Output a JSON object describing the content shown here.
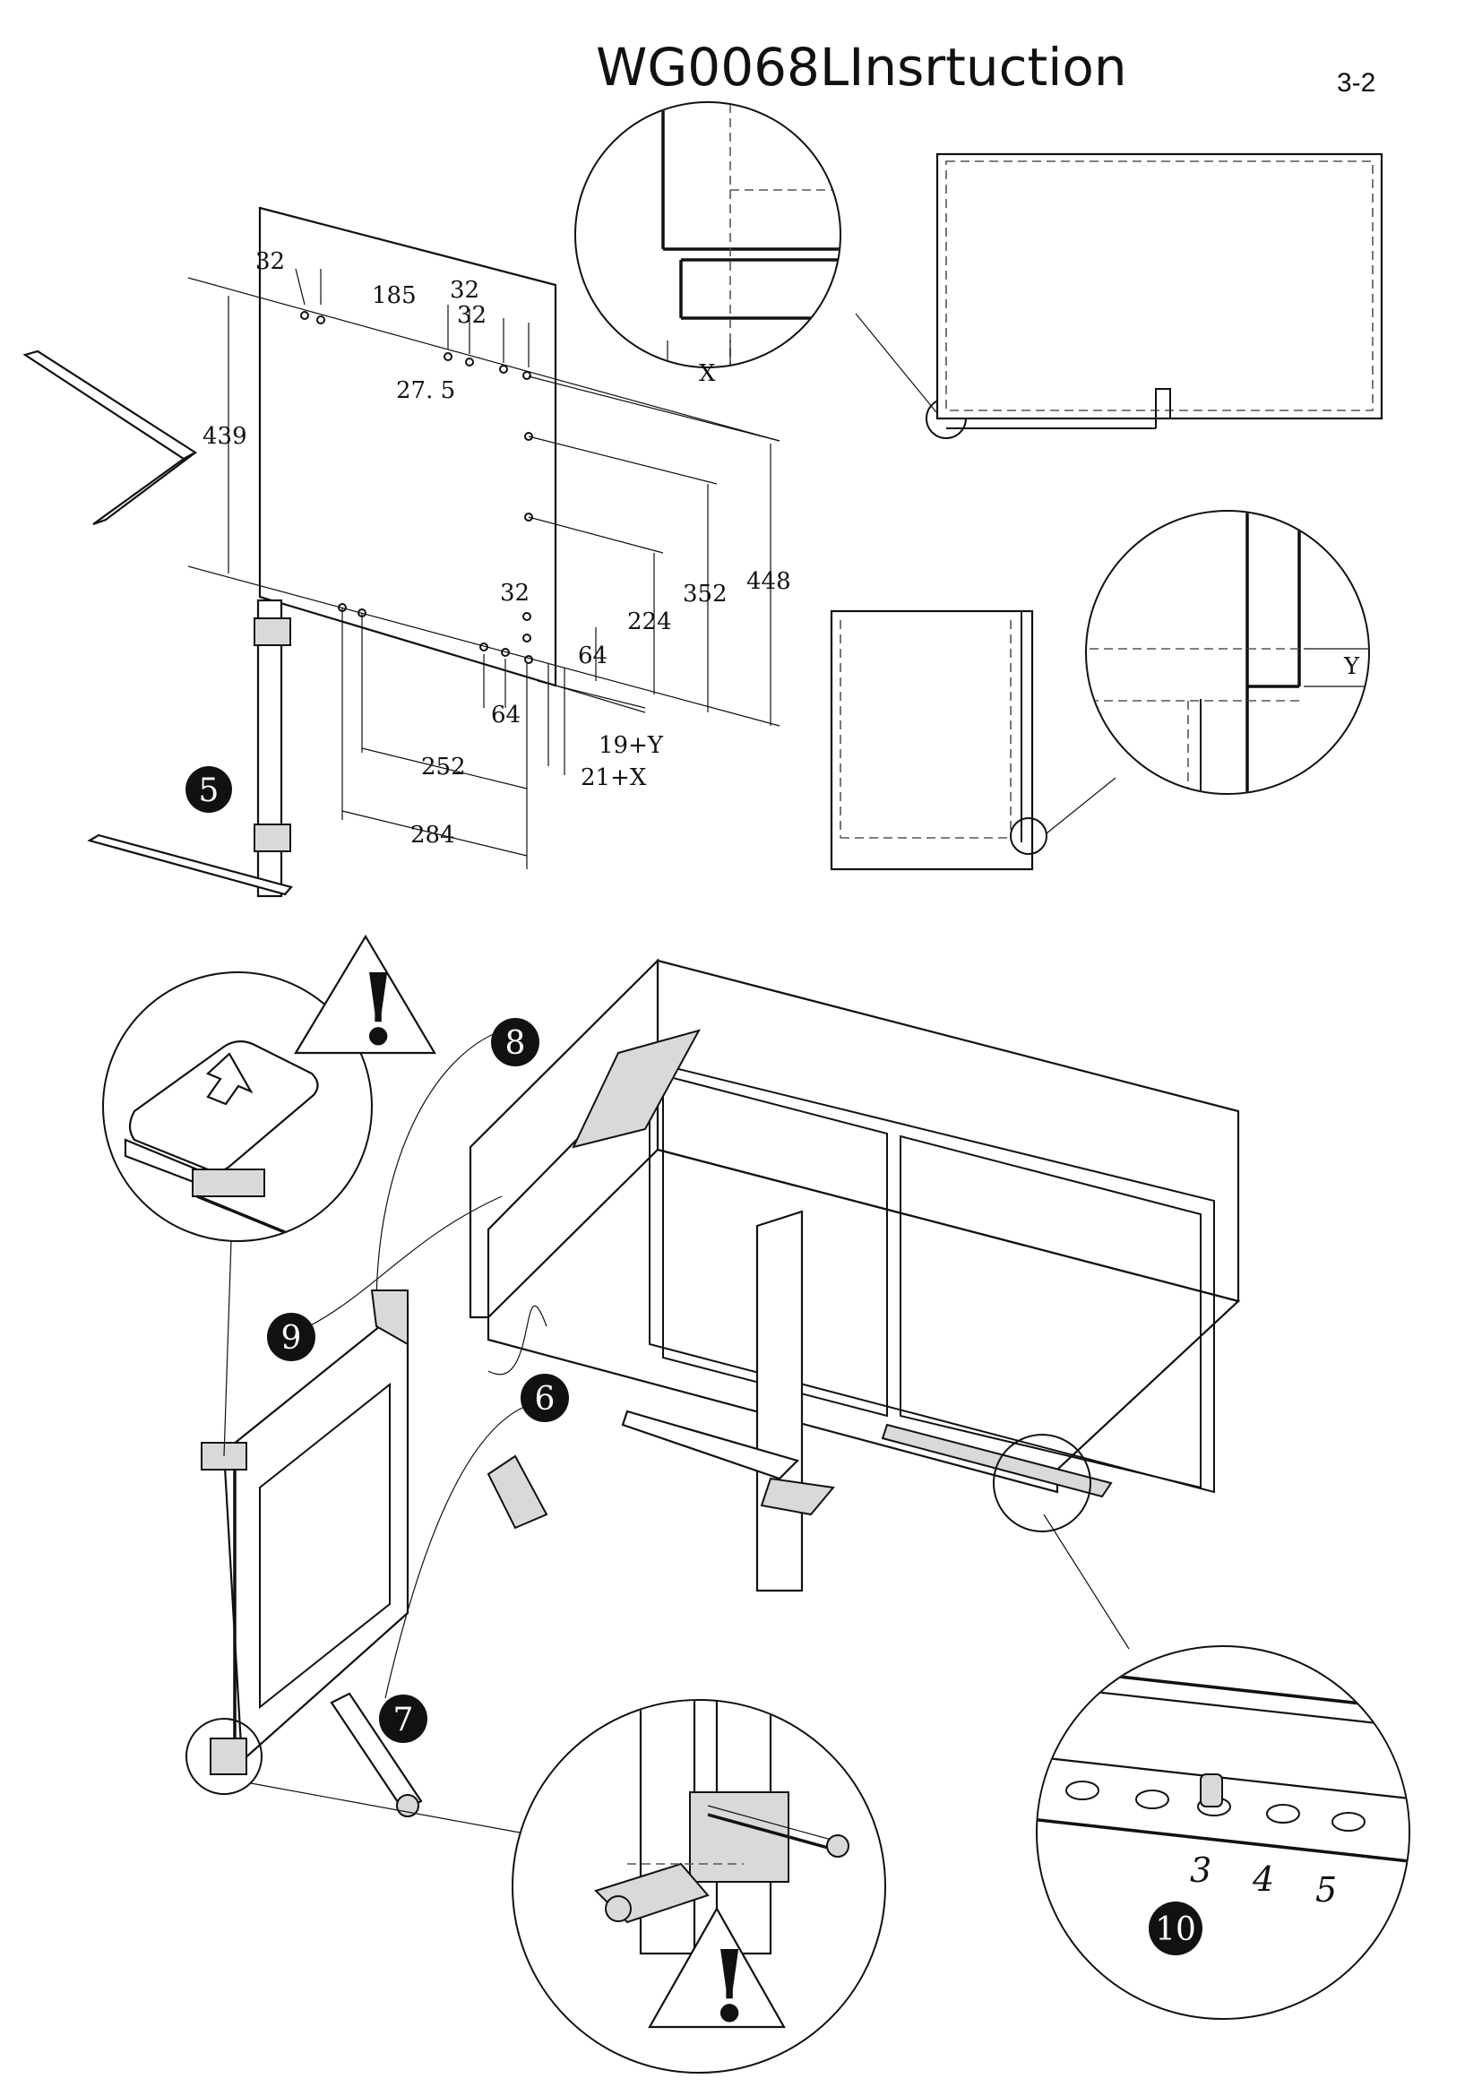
{
  "title": "WG0068LInsrtuction",
  "page_number": "3-2",
  "dimensions": {
    "d32a": "32",
    "d185": "185",
    "d32b": "32",
    "d32c": "32",
    "d27_5": "27. 5",
    "d439": "439",
    "d448": "448",
    "d352": "352",
    "d224": "224",
    "d32d": "32",
    "d64a": "64",
    "d64b": "64",
    "d19y": "19+Y",
    "d21x": "21+X",
    "d252": "252",
    "d284": "284",
    "x_label": "X",
    "y_label": "Y"
  },
  "steps": {
    "s5": "5",
    "s6": "6",
    "s7": "7",
    "s8": "8",
    "s9": "9",
    "s10": "10"
  },
  "hole_labels": [
    "3",
    "4",
    "5"
  ],
  "warning_glyph": "!",
  "icons": [
    "warning-triangle-icon",
    "arrow-up-icon"
  ]
}
